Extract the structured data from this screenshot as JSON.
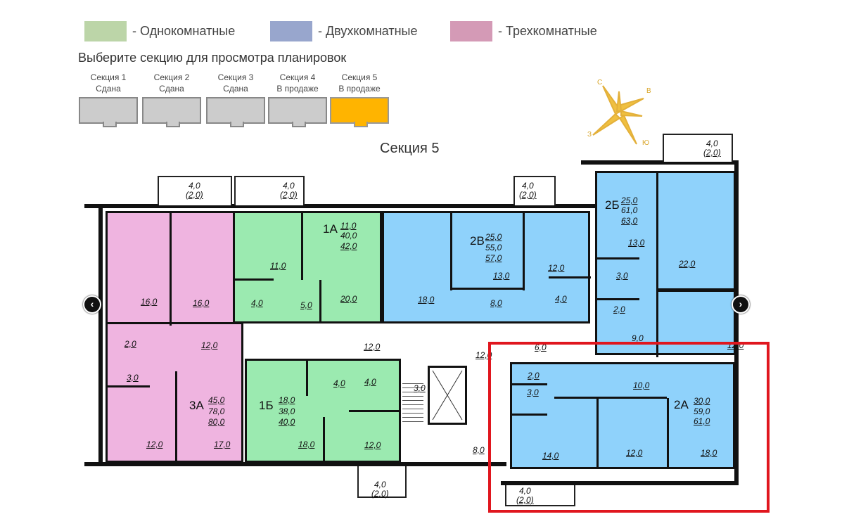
{
  "legend": [
    {
      "label": "- Однокомнатные",
      "color": "#bcd5a8"
    },
    {
      "label": "- Двухкомнатные",
      "color": "#98a6cd"
    },
    {
      "label": "- Трехкомнатные",
      "color": "#d49ab6"
    }
  ],
  "heading": "Выберите секцию для просмотра планировок",
  "sections": [
    {
      "name": "Секция 1",
      "status": "Сдана"
    },
    {
      "name": "Секция 2",
      "status": "Сдана"
    },
    {
      "name": "Секция 3",
      "status": "Сдана"
    },
    {
      "name": "Секция 4",
      "status": "В продаже"
    },
    {
      "name": "Секция 5",
      "status": "В продаже",
      "active": true
    }
  ],
  "plan": {
    "title": "Секция 5",
    "compass": {
      "n": "С",
      "e": "В",
      "w": "З",
      "s": "Ю"
    },
    "nav": {
      "prev": "‹",
      "next": "›"
    },
    "apartments": [
      {
        "code": "3А",
        "areas": [
          "45,0",
          "78,0",
          "80,0"
        ],
        "rooms": [
          "16,0",
          "16,0",
          "2,0",
          "12,0",
          "3,0",
          "12,0",
          "17,0"
        ]
      },
      {
        "code": "1А",
        "areas": [
          "11,0",
          "40,0",
          "42,0"
        ],
        "rooms": [
          "11,0",
          "4,0",
          "5,0",
          "20,0"
        ]
      },
      {
        "code": "2В",
        "areas": [
          "25,0",
          "55,0",
          "57,0"
        ],
        "rooms": [
          "13,0",
          "12,0",
          "18,0",
          "8,0",
          "4,0"
        ]
      },
      {
        "code": "2Б",
        "areas": [
          "25,0",
          "61,0",
          "63,0"
        ],
        "rooms": [
          "13,0",
          "3,0",
          "22,0",
          "2,0",
          "9,0",
          "12,0"
        ]
      },
      {
        "code": "1Б",
        "areas": [
          "18,0",
          "38,0",
          "40,0"
        ],
        "rooms": [
          "12,0",
          "4,0",
          "4,0",
          "18,0",
          "12,0"
        ]
      },
      {
        "code": "2А",
        "areas": [
          "30,0",
          "59,0",
          "61,0"
        ],
        "rooms": [
          "6,0",
          "2,0",
          "3,0",
          "10,0",
          "14,0",
          "12,0",
          "18,0"
        ]
      }
    ],
    "stair": {
      "rooms": [
        "3,0",
        "12,0",
        "8,0"
      ]
    },
    "balconies": [
      {
        "area": "4,0",
        "sub": "(2,0)"
      },
      {
        "area": "4,0",
        "sub": "(2,0)"
      },
      {
        "area": "4,0",
        "sub": "(2,0)"
      },
      {
        "area": "4,0",
        "sub": "(2,0)"
      },
      {
        "area": "4,0",
        "sub": "(2,0)"
      },
      {
        "area": "4,0",
        "sub": "(2,0)"
      }
    ]
  }
}
